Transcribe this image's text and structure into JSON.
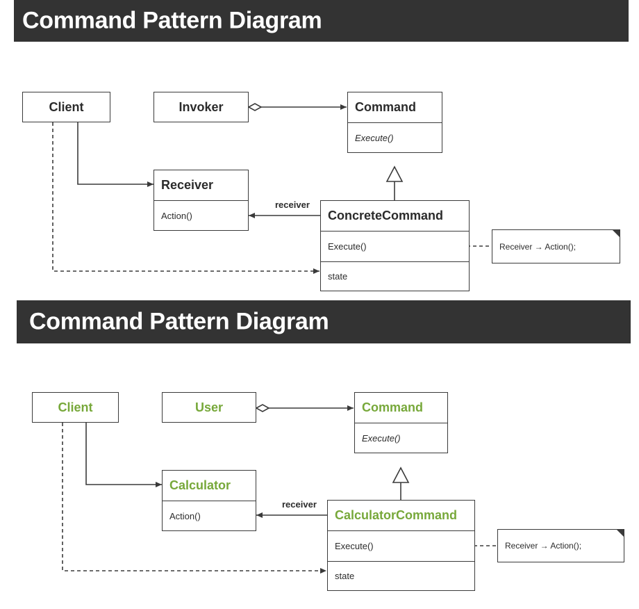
{
  "diagram1": {
    "title": "Command Pattern Diagram",
    "client": "Client",
    "invoker": "Invoker",
    "command": "Command",
    "command_op": "Execute()",
    "receiver": "Receiver",
    "receiver_op": "Action()",
    "concrete": "ConcreteCommand",
    "concrete_op": "Execute()",
    "concrete_field": "state",
    "assoc_label": "receiver",
    "note": "Receiver → Action();"
  },
  "diagram2": {
    "title": "Command Pattern Diagram",
    "client": "Client",
    "invoker": "User",
    "command": "Command",
    "command_op": "Execute()",
    "receiver": "Calculator",
    "receiver_op": "Action()",
    "concrete": "CalculatorCommand",
    "concrete_op": "Execute()",
    "concrete_field": "state",
    "assoc_label": "receiver",
    "note": "Receiver → Action();"
  },
  "colors": {
    "banner": "#333333",
    "highlight": "#77a83a",
    "line": "#3a3a3a"
  }
}
